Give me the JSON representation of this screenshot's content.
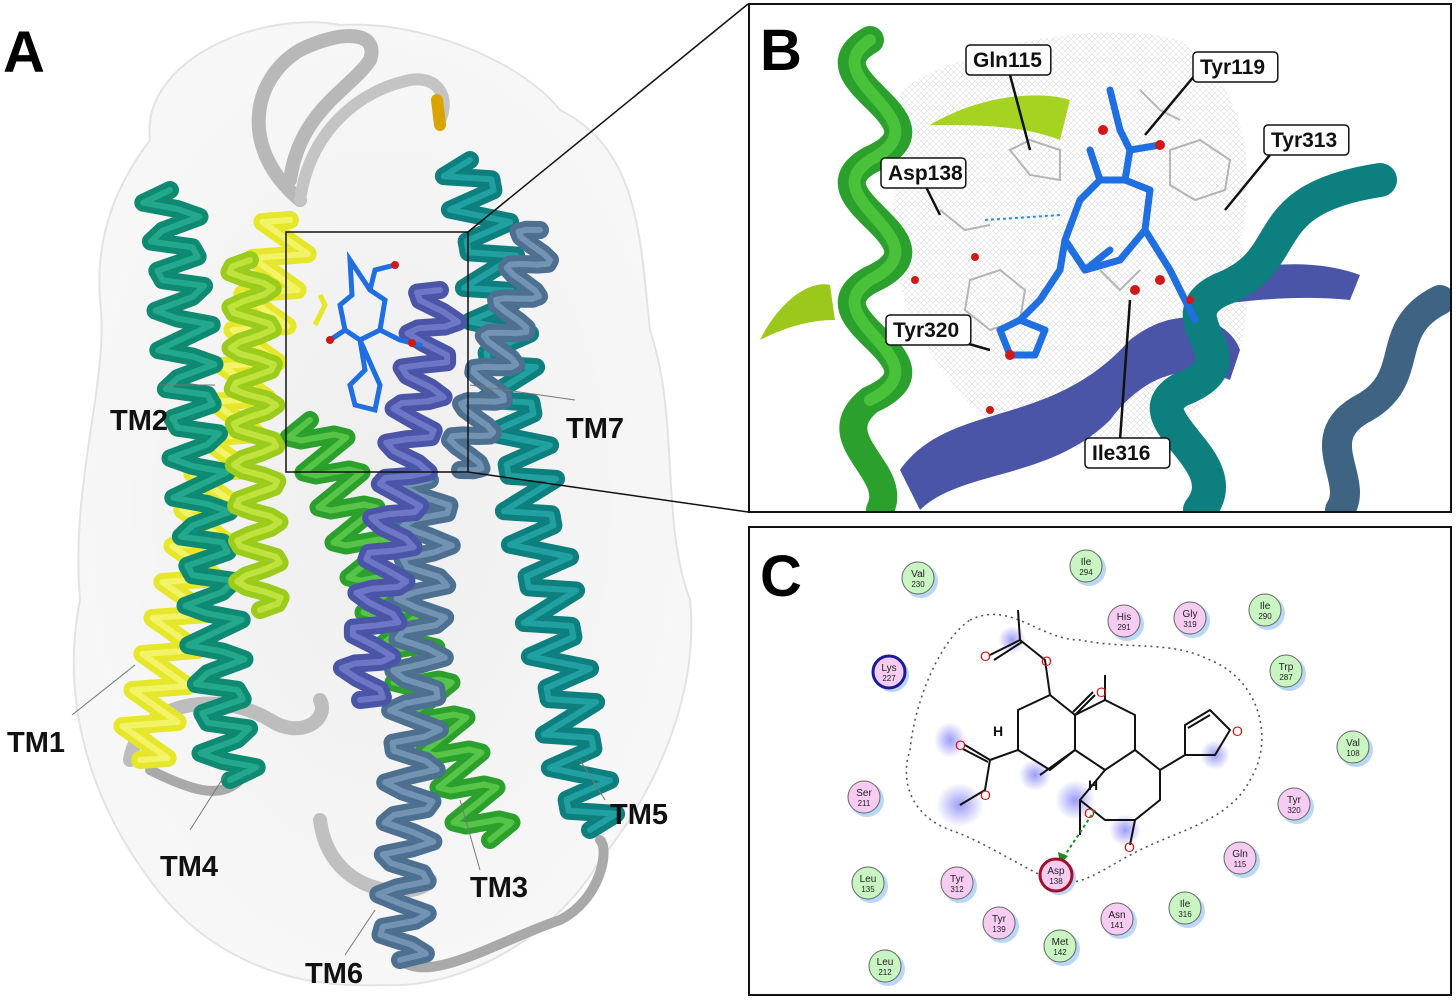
{
  "panels": {
    "a": {
      "letter": "A",
      "helix_labels": [
        "TM1",
        "TM2",
        "TM3",
        "TM4",
        "TM5",
        "TM6",
        "TM7"
      ]
    },
    "b": {
      "letter": "B",
      "residue_labels": [
        "Gln115",
        "Tyr119",
        "Tyr313",
        "Asp138",
        "Tyr320",
        "Ile316"
      ]
    },
    "c": {
      "letter": "C",
      "atom_labels": {
        "oxygen": "O",
        "hydrogen": "H"
      },
      "residues": [
        {
          "name": "Val",
          "num": "230",
          "kind": "hydrophobic"
        },
        {
          "name": "Ile",
          "num": "294",
          "kind": "hydrophobic"
        },
        {
          "name": "His",
          "num": "291",
          "kind": "polar"
        },
        {
          "name": "Gly",
          "num": "319",
          "kind": "polar"
        },
        {
          "name": "Ile",
          "num": "290",
          "kind": "hydrophobic"
        },
        {
          "name": "Lys",
          "num": "227",
          "kind": "basic"
        },
        {
          "name": "Trp",
          "num": "287",
          "kind": "hydrophobic"
        },
        {
          "name": "Val",
          "num": "108",
          "kind": "hydrophobic"
        },
        {
          "name": "Ser",
          "num": "211",
          "kind": "polar"
        },
        {
          "name": "Tyr",
          "num": "320",
          "kind": "polar"
        },
        {
          "name": "Gln",
          "num": "115",
          "kind": "polar"
        },
        {
          "name": "Leu",
          "num": "135",
          "kind": "hydrophobic"
        },
        {
          "name": "Tyr",
          "num": "312",
          "kind": "polar"
        },
        {
          "name": "Asp",
          "num": "138",
          "kind": "acidic"
        },
        {
          "name": "Ile",
          "num": "316",
          "kind": "hydrophobic"
        },
        {
          "name": "Tyr",
          "num": "139",
          "kind": "polar"
        },
        {
          "name": "Asn",
          "num": "141",
          "kind": "polar"
        },
        {
          "name": "Met",
          "num": "142",
          "kind": "hydrophobic"
        },
        {
          "name": "Leu",
          "num": "212",
          "kind": "hydrophobic"
        }
      ]
    }
  },
  "colors": {
    "hydrophobic": "#c9f5c3",
    "polar": "#f6ccf2",
    "basic_ring": "#1a1a9a",
    "acidic_ring": "#a0102a",
    "ligand_blue": "#1f6fe0",
    "oxygen_red": "#d01818",
    "hbond": "#1e8a1e"
  }
}
